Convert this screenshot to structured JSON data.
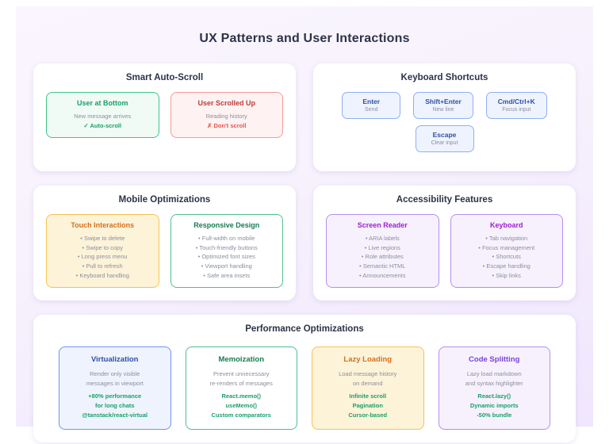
{
  "page": {
    "title": "UX Patterns and User Interactions"
  },
  "colors": {
    "background_gradient_start": "#faf5fe",
    "background_gradient_end": "#f0e6fd",
    "card_bg": "#ffffff",
    "title_color": "#2d3347",
    "green": "#1aa06a",
    "red": "#e8544a",
    "orange": "#d4711a",
    "purple": "#8b2fd8",
    "blue": "#2f4fa8"
  },
  "cards": {
    "auto_scroll": {
      "title": "Smart Auto-Scroll",
      "boxes": [
        {
          "title": "User at Bottom",
          "lines": [
            "New message arrives"
          ],
          "accents": [
            "✓ Auto-scroll"
          ],
          "variant": "v-green"
        },
        {
          "title": "User Scrolled Up",
          "lines": [
            "Reading history"
          ],
          "accents": [
            "✗ Don't scroll"
          ],
          "variant": "v-red"
        }
      ]
    },
    "keyboard_shortcuts": {
      "title": "Keyboard Shortcuts",
      "row1": [
        {
          "key": "Enter",
          "desc": "Send"
        },
        {
          "key": "Shift+Enter",
          "desc": "New line"
        },
        {
          "key": "Cmd/Ctrl+K",
          "desc": "Focus input"
        }
      ],
      "row2": [
        {
          "key": "Escape",
          "desc": "Clear input"
        }
      ]
    },
    "mobile": {
      "title": "Mobile Optimizations",
      "boxes": [
        {
          "title": "Touch Interactions",
          "variant": "v-orange",
          "lines": [
            "• Swipe to delete",
            "• Swipe to copy",
            "• Long press menu",
            "• Pull to refresh",
            "• Keyboard handling"
          ],
          "accents": []
        },
        {
          "title": "Responsive Design",
          "variant": "v-green2",
          "lines": [
            "• Full-width on mobile",
            "• Touch-friendly buttons",
            "• Optimized font sizes",
            "• Viewport handling",
            "• Safe area insets"
          ],
          "accents": []
        }
      ]
    },
    "accessibility": {
      "title": "Accessibility Features",
      "boxes": [
        {
          "title": "Screen Reader",
          "variant": "v-purple",
          "lines": [
            "• ARIA labels",
            "• Live regions",
            "• Role attributes",
            "• Semantic HTML",
            "• Announcements"
          ],
          "accents": []
        },
        {
          "title": "Keyboard",
          "variant": "v-purple",
          "lines": [
            "• Tab navigation",
            "• Focus management",
            "• Shortcuts",
            "• Escape handling",
            "• Skip links"
          ],
          "accents": []
        }
      ]
    },
    "performance": {
      "title": "Performance Optimizations",
      "boxes": [
        {
          "title": "Virtualization",
          "variant": "v-blue",
          "lines": [
            "Render only visible",
            "messages in viewport"
          ],
          "accents": [
            "+80% performance",
            "for long chats",
            "@tanstack/react-virtual"
          ]
        },
        {
          "title": "Memoization",
          "variant": "v-green2",
          "lines": [
            "Prevent unnecessary",
            "re-renders of messages"
          ],
          "accents": [
            "React.memo()",
            "useMemo()",
            "Custom comparators"
          ]
        },
        {
          "title": "Lazy Loading",
          "variant": "v-orange",
          "lines": [
            "Load message history",
            "on demand"
          ],
          "accents": [
            "Infinite scroll",
            "Pagination",
            "Cursor-based"
          ]
        },
        {
          "title": "Code Splitting",
          "variant": "v-purple2",
          "lines": [
            "Lazy load markdown",
            "and syntax highlighter"
          ],
          "accents": [
            "React.lazy()",
            "Dynamic imports",
            "-50% bundle"
          ]
        }
      ]
    }
  }
}
